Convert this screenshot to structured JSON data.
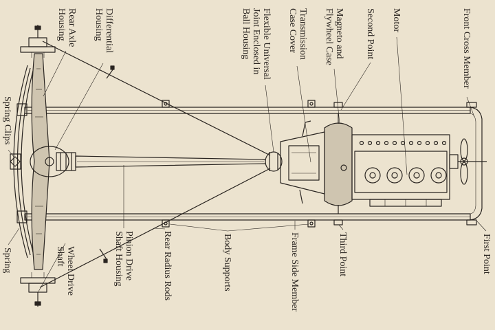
{
  "figure": {
    "labels": {
      "rear_axle_housing": [
        "Rear Axle",
        "Housing"
      ],
      "differential_housing": [
        "Differential",
        "Housing"
      ],
      "flexible_universal_joint": [
        "Flexible Universal",
        "Joint Enclosed in",
        "Ball Housing"
      ],
      "transmission_case_cover": [
        "Transmission",
        "Case Cover"
      ],
      "magneto_flywheel_case": [
        "Magneto and",
        "Flywheel Case"
      ],
      "second_point": [
        "Second Point"
      ],
      "motor": [
        "Motor"
      ],
      "front_cross_member": [
        "Front Cross Member"
      ],
      "spring_clips": [
        "Spring Clips"
      ],
      "spring": [
        "Spring"
      ],
      "wheel_drive_shaft": [
        "Wheel Drive",
        "Shaft"
      ],
      "pinion_drive_shaft_housing": [
        "Pinion Drive",
        "Shaft Housing"
      ],
      "rear_radius_rods": [
        "Rear Radius Rods"
      ],
      "body_supports": [
        "Body Supports"
      ],
      "frame_side_member": [
        "Frame Side Member"
      ],
      "third_point": [
        "Third Point"
      ],
      "first_point": [
        "First Point"
      ]
    }
  },
  "colors": {
    "paper": "#ece3cf",
    "ink": "#2a2521",
    "shade": "#cfc5b0"
  }
}
